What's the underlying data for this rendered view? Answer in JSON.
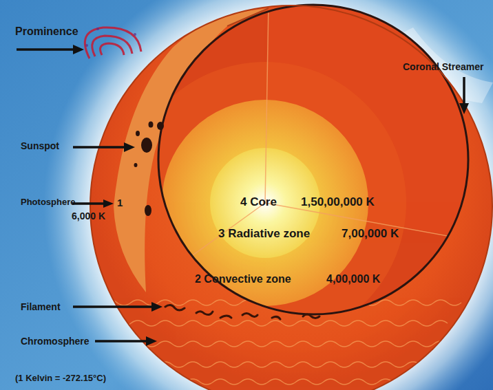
{
  "diagram": {
    "labels": [
      "Prominence",
      "Coronal Streamer",
      "Sunspot",
      "Photosphere",
      "1",
      "6,000 K",
      "4 Core",
      "1,50,00,000 K",
      "3 Radiative zone",
      "7,00,000 K",
      "2 Convective zone",
      "4,00,000 K",
      "Filament",
      "Chromosphere",
      "(1 Kelvin = -272.15°C)"
    ]
  }
}
